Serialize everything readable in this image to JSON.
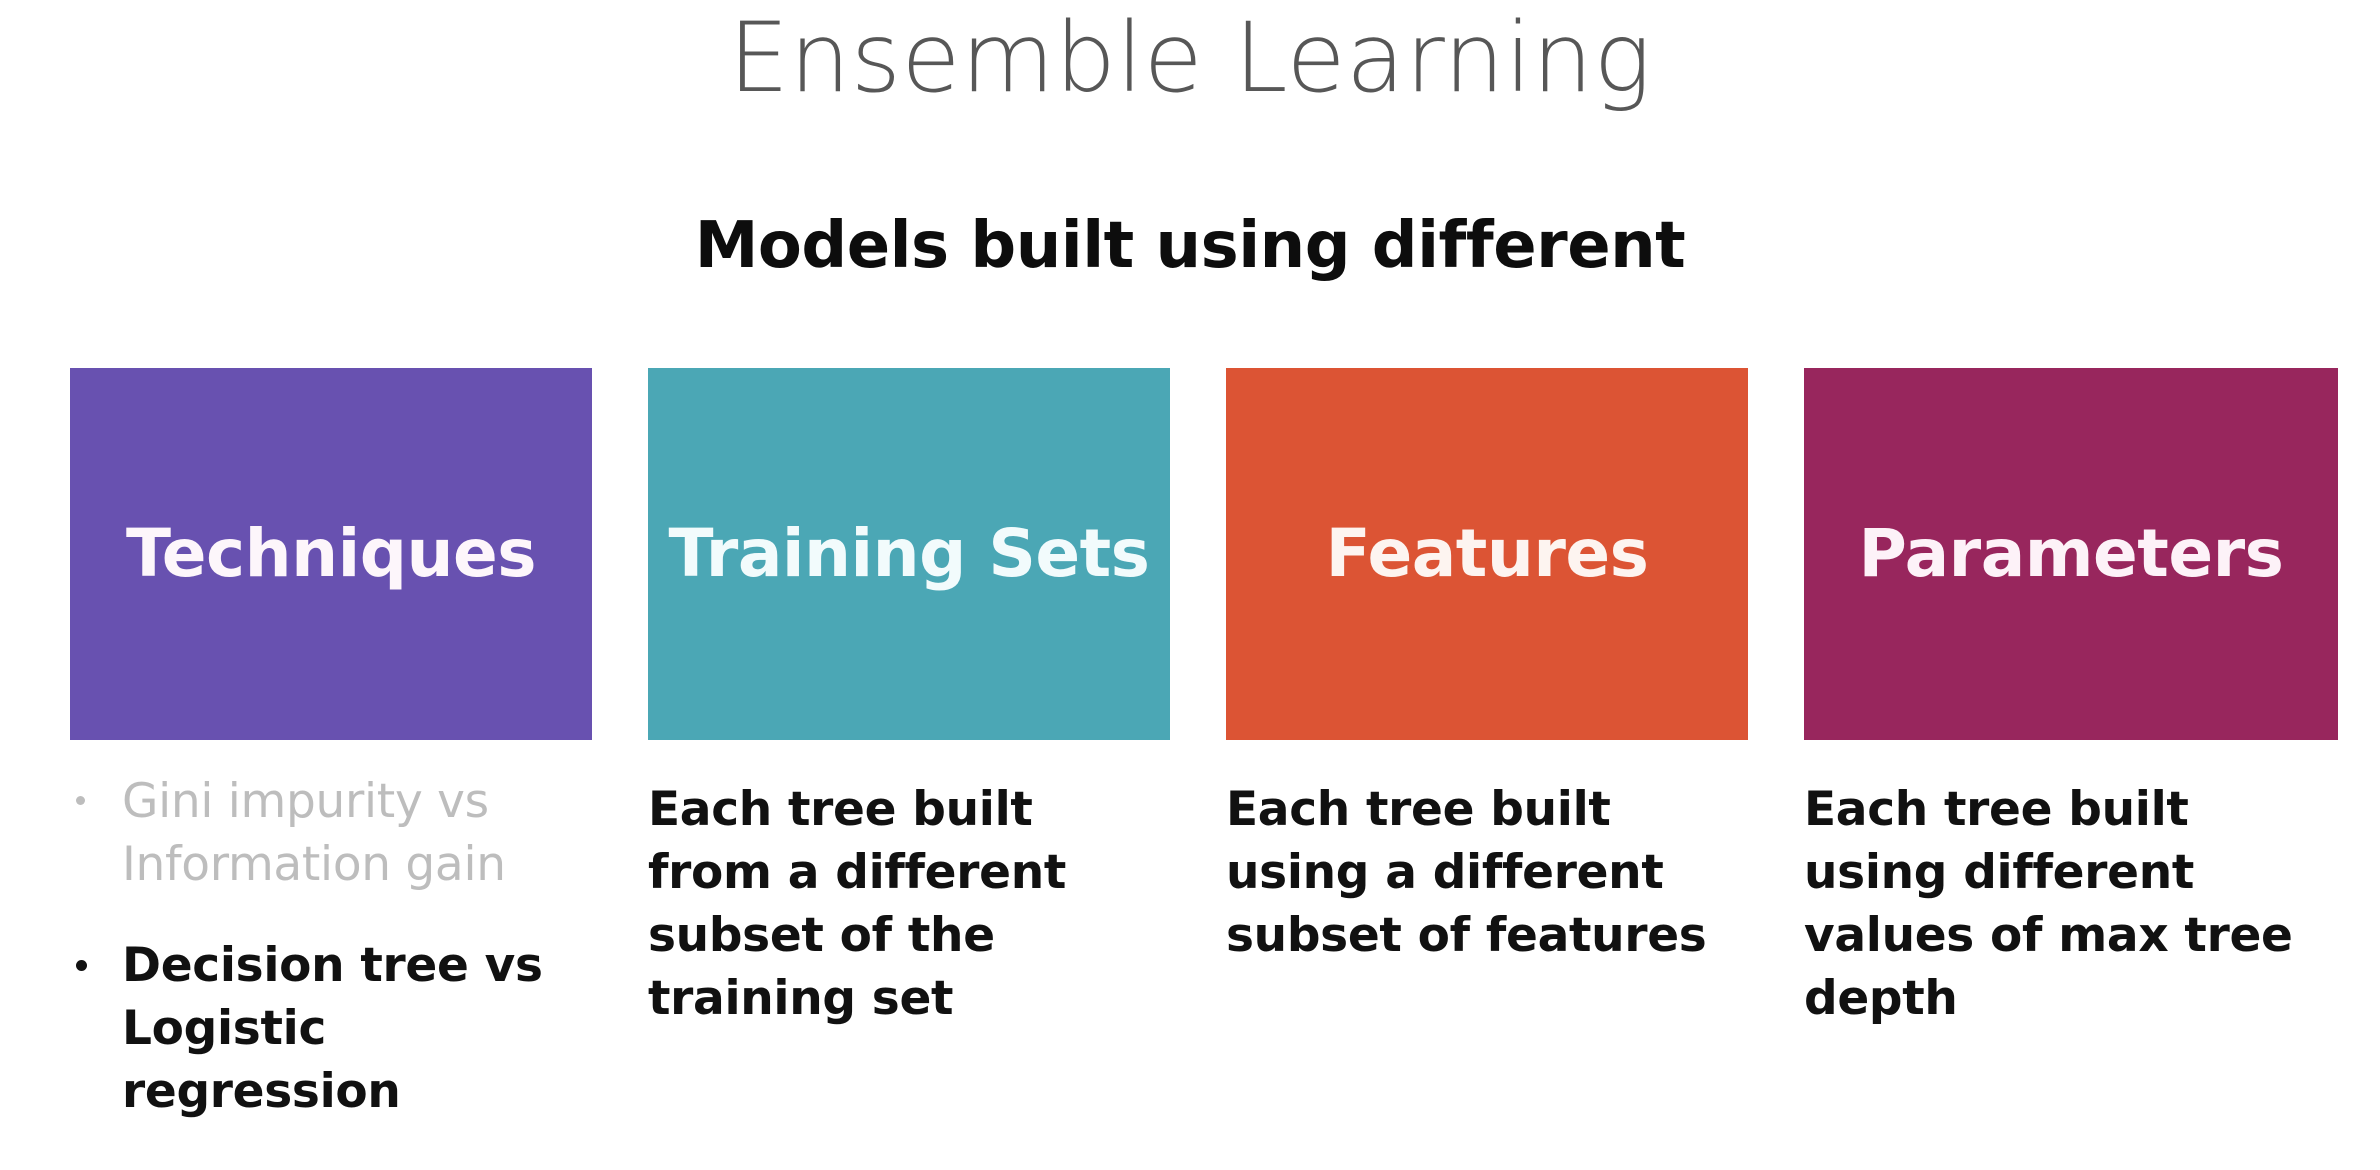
{
  "slide": {
    "title": "Ensemble Learning",
    "subtitle": "Models built using different",
    "background_color": "#ffffff",
    "title_color": "#575757",
    "subtitle_color": "#0d0d0d"
  },
  "columns": [
    {
      "label": "Techniques",
      "color": "#6851B0",
      "label_color": "#fdf6fb",
      "body_type": "bullets",
      "bullets": [
        {
          "text": "Gini impurity vs Information gain",
          "style": "faded",
          "color": "#bdbdbd"
        },
        {
          "text": "Decision tree vs Logistic regression",
          "style": "normal",
          "color": "#111111"
        }
      ]
    },
    {
      "label": "Training Sets",
      "color": "#4BA7B5",
      "label_color": "#f2fbfc",
      "body_type": "paragraph",
      "body": "Each tree built from a different subset of the training set"
    },
    {
      "label": "Features",
      "color": "#DC5434",
      "label_color": "#fdf4f0",
      "body_type": "paragraph",
      "body": "Each tree built using a different subset of features"
    },
    {
      "label": "Parameters",
      "color": "#98265D",
      "label_color": "#fdf2f8",
      "body_type": "paragraph",
      "body": "Each tree built using different values of max tree depth"
    }
  ]
}
